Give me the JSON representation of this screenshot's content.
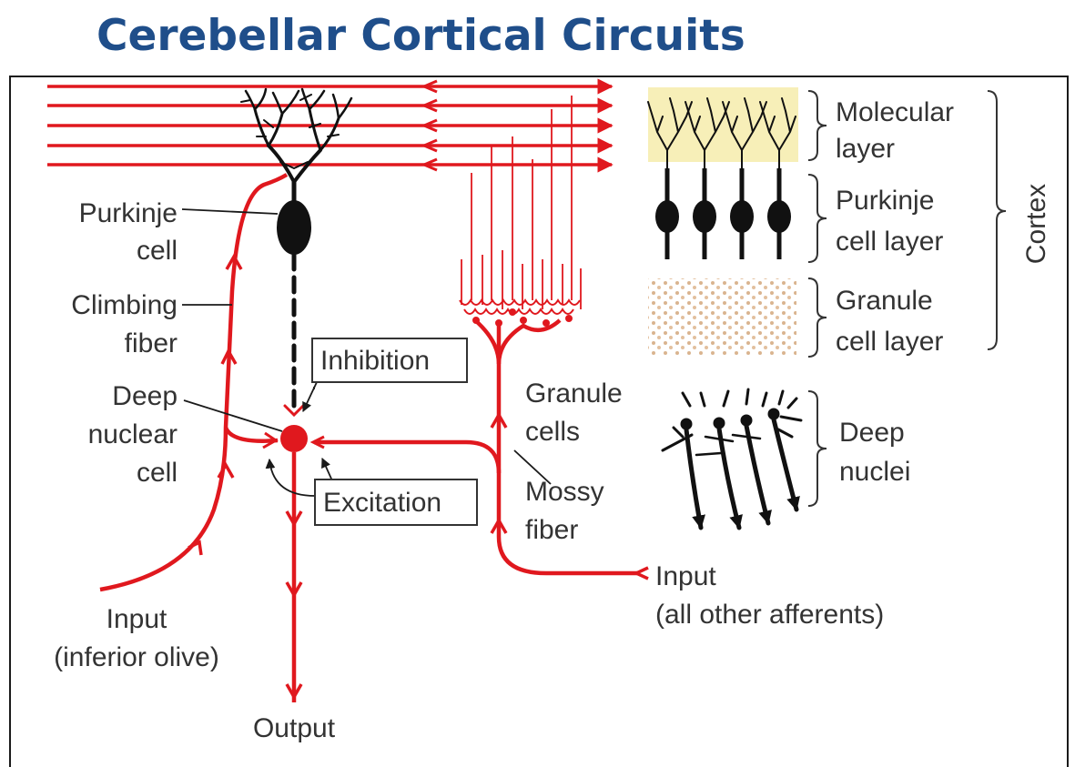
{
  "title": "Cerebellar Cortical Circuits",
  "colors": {
    "title": "#1f4e8a",
    "fiber": "#e0181e",
    "neuron": "#111111",
    "molecular_bg": "#f7efb8",
    "granule_dots": "#d9b48f"
  },
  "labels": {
    "purkinje_line1": "Purkinje",
    "purkinje_line2": "cell",
    "climbing_line1": "Climbing",
    "climbing_line2": "fiber",
    "deep_line1": "Deep",
    "deep_line2": "nuclear",
    "deep_line3": "cell",
    "inhibition": "Inhibition",
    "excitation": "Excitation",
    "granule_line1": "Granule",
    "granule_line2": "cells",
    "mossy_line1": "Mossy",
    "mossy_line2": "fiber",
    "input_olive_line1": "Input",
    "input_olive_line2": "(inferior olive)",
    "input_other_line1": "Input",
    "input_other_line2": "(all other afferents)",
    "output": "Output"
  },
  "layers": {
    "molecular_line1": "Molecular",
    "molecular_line2": "layer",
    "purkinje_line1": "Purkinje",
    "purkinje_line2": "cell layer",
    "granule_line1": "Granule",
    "granule_line2": "cell layer",
    "deep_line1": "Deep",
    "deep_line2": "nuclei",
    "cortex": "Cortex"
  }
}
